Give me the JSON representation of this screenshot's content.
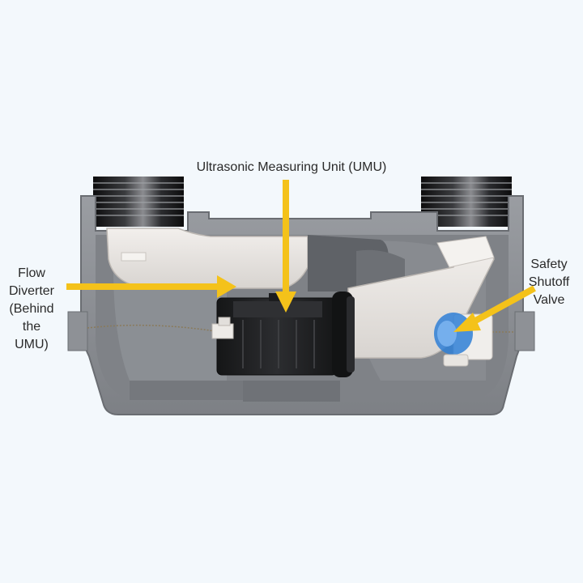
{
  "labels": {
    "umu": "Ultrasonic Measuring Unit (UMU)",
    "flow_diverter": "Flow\nDiverter\n(Behind\nthe\nUMU)",
    "safety_valve": "Safety\nShutoff\nValve"
  },
  "colors": {
    "background": "#f3f8fc",
    "housing": "#8a8d92",
    "housing_inner": "#777a80",
    "housing_edge": "#6a6d72",
    "pipe_white": "#e9e6e3",
    "umu_black": "#1e1f21",
    "valve_blue": "#2f7fd6",
    "arrow_yellow": "#f4c21a",
    "label_text": "#2a2a2a"
  },
  "icons": {
    "arrow": "arrow-icon"
  }
}
